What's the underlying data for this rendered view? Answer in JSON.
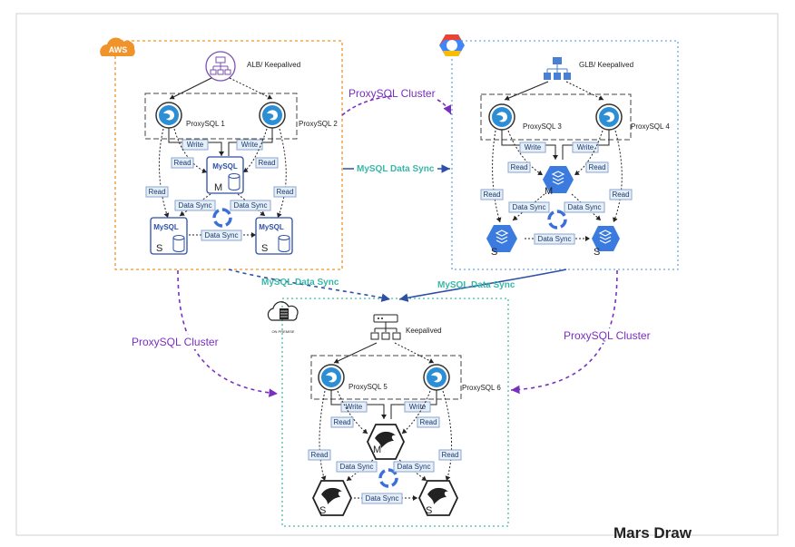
{
  "labels": {
    "aws": "AWS",
    "alb": "ALB/ Keepalived",
    "glb": "GLB/ Keepalived",
    "keepalived": "Keepalived",
    "on_premise": "ON PREMISE",
    "proxysql_1": "ProxySQL 1",
    "proxysql_2": "ProxySQL 2",
    "proxysql_3": "ProxySQL 3",
    "proxysql_4": "ProxySQL 4",
    "proxysql_5": "ProxySQL 5",
    "proxysql_6": "ProxySQL 6",
    "write": "Write",
    "read": "Read",
    "data_sync": "Data Sync",
    "mysql": "MySQL",
    "master": "M",
    "slave": "S",
    "proxysql_cluster": "ProxySQL Cluster",
    "mysql_data_sync": "MySQL Data Sync",
    "watermark": "Mars Draw"
  },
  "colors": {
    "aws": "#f0932b",
    "gcp_box": "#6aa7e0",
    "onprem_box": "#45b9a8",
    "purple": "#7a2fc0",
    "blue_arrow": "#2d4fa8",
    "teal_text": "#38b7a8",
    "tag_fill": "#e6eef8",
    "tag_stroke": "#8aa6cf"
  }
}
